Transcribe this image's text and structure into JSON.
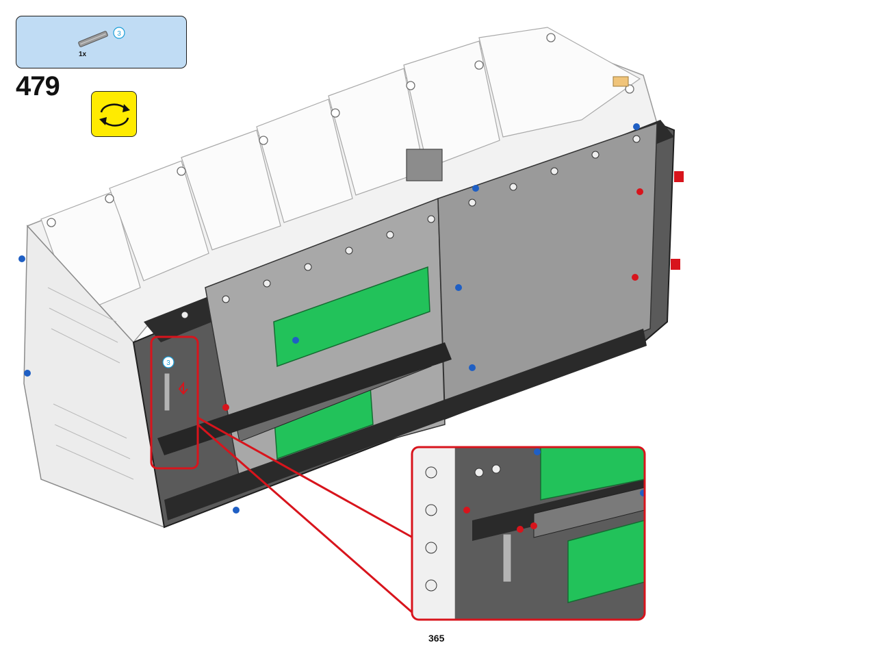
{
  "step": {
    "number": "479"
  },
  "parts_list": [
    {
      "part": "technic-axle",
      "length_label": "3",
      "quantity": "1x",
      "color": "#8a8a8a"
    }
  ],
  "callout_marker": {
    "length_label": "3"
  },
  "icons": {
    "rotate": "rotate-model-icon",
    "axle": "technic-axle-icon"
  },
  "colors": {
    "callout_bg": "#c0dcf4",
    "rotate_bg": "#ffeb00",
    "highlight": "#d8141c",
    "axle_badge": "#1a9ed8",
    "panel_green": "#22c25a",
    "frame_dark": "#2c2c2c",
    "frame_grey": "#8e8e8e"
  },
  "page": {
    "number": "365"
  }
}
